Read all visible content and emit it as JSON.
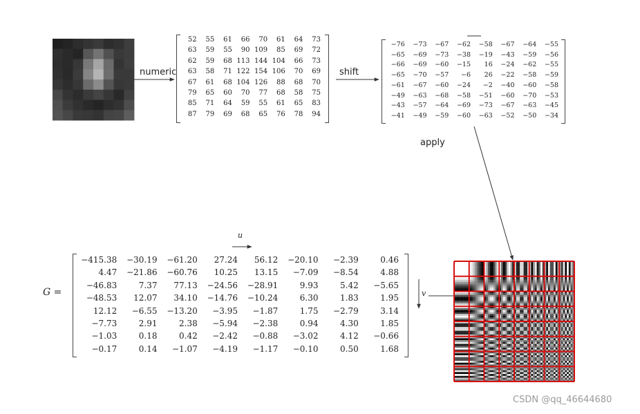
{
  "labels": {
    "numeric": "numeric",
    "shift": "shift",
    "apply": "apply",
    "g_equals": "G =",
    "u_symbol": "u",
    "v_symbol": "v"
  },
  "watermark": "CSDN @qq_46644680",
  "colors": {
    "grid_border": "#d61010",
    "arrow": "#333333",
    "text": "#222222"
  },
  "image_block": {
    "pixels": [
      [
        52,
        55,
        61,
        66,
        70,
        61,
        64,
        73
      ],
      [
        63,
        59,
        55,
        90,
        109,
        85,
        69,
        72
      ],
      [
        62,
        59,
        68,
        113,
        144,
        104,
        66,
        73
      ],
      [
        63,
        58,
        71,
        122,
        154,
        106,
        70,
        69
      ],
      [
        67,
        61,
        68,
        104,
        126,
        88,
        68,
        70
      ],
      [
        79,
        65,
        60,
        70,
        77,
        68,
        58,
        75
      ],
      [
        85,
        71,
        64,
        59,
        55,
        61,
        65,
        83
      ],
      [
        87,
        79,
        69,
        68,
        65,
        76,
        78,
        94
      ]
    ]
  },
  "matrix_numeric": [
    [
      "52",
      "55",
      "61",
      "66",
      "70",
      "61",
      "64",
      "73"
    ],
    [
      "63",
      "59",
      "55",
      "90",
      "109",
      "85",
      "69",
      "72"
    ],
    [
      "62",
      "59",
      "68",
      "113",
      "144",
      "104",
      "66",
      "73"
    ],
    [
      "63",
      "58",
      "71",
      "122",
      "154",
      "106",
      "70",
      "69"
    ],
    [
      "67",
      "61",
      "68",
      "104",
      "126",
      "88",
      "68",
      "70"
    ],
    [
      "79",
      "65",
      "60",
      "70",
      "77",
      "68",
      "58",
      "75"
    ],
    [
      "85",
      "71",
      "64",
      "59",
      "55",
      "61",
      "65",
      "83"
    ],
    [
      "87",
      "79",
      "69",
      "68",
      "65",
      "76",
      "78",
      "94"
    ]
  ],
  "matrix_shift": [
    [
      "−76",
      "−73",
      "−67",
      "−62",
      "−58",
      "−67",
      "−64",
      "−55"
    ],
    [
      "−65",
      "−69",
      "−73",
      "−38",
      "−19",
      "−43",
      "−59",
      "−56"
    ],
    [
      "−66",
      "−69",
      "−60",
      "−15",
      "16",
      "−24",
      "−62",
      "−55"
    ],
    [
      "−65",
      "−70",
      "−57",
      "−6",
      "26",
      "−22",
      "−58",
      "−59"
    ],
    [
      "−61",
      "−67",
      "−60",
      "−24",
      "−2",
      "−40",
      "−60",
      "−58"
    ],
    [
      "−49",
      "−63",
      "−68",
      "−58",
      "−51",
      "−60",
      "−70",
      "−53"
    ],
    [
      "−43",
      "−57",
      "−64",
      "−69",
      "−73",
      "−67",
      "−63",
      "−45"
    ],
    [
      "−41",
      "−49",
      "−59",
      "−60",
      "−63",
      "−52",
      "−50",
      "−34"
    ]
  ],
  "matrix_g": [
    [
      "−415.38",
      "−30.19",
      "−61.20",
      "27.24",
      "56.12",
      "−20.10",
      "−2.39",
      "0.46"
    ],
    [
      "4.47",
      "−21.86",
      "−60.76",
      "10.25",
      "13.15",
      "−7.09",
      "−8.54",
      "4.88"
    ],
    [
      "−46.83",
      "7.37",
      "77.13",
      "−24.56",
      "−28.91",
      "9.93",
      "5.42",
      "−5.65"
    ],
    [
      "−48.53",
      "12.07",
      "34.10",
      "−14.76",
      "−10.24",
      "6.30",
      "1.83",
      "1.95"
    ],
    [
      "12.12",
      "−6.55",
      "−13.20",
      "−3.95",
      "−1.87",
      "1.75",
      "−2.79",
      "3.14"
    ],
    [
      "−7.73",
      "2.91",
      "2.38",
      "−5.94",
      "−2.38",
      "0.94",
      "4.30",
      "1.85"
    ],
    [
      "−1.03",
      "0.18",
      "0.42",
      "−2.42",
      "−0.88",
      "−3.02",
      "4.12",
      "−0.66"
    ],
    [
      "−0.17",
      "0.14",
      "−1.07",
      "−4.19",
      "−1.17",
      "−0.10",
      "0.50",
      "1.68"
    ]
  ]
}
